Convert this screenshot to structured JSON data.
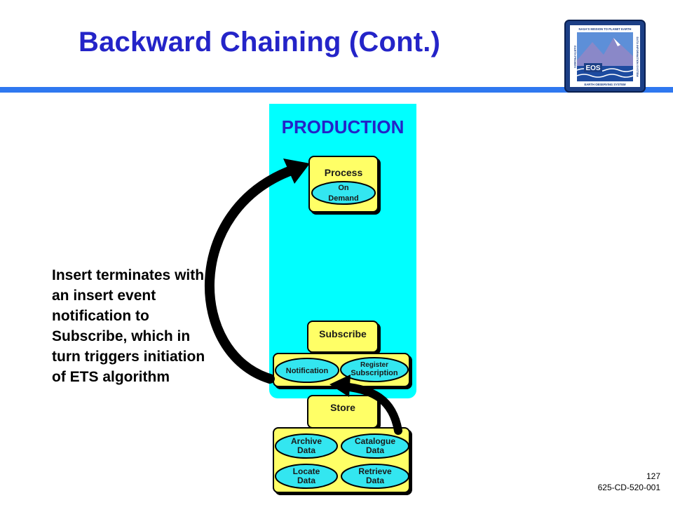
{
  "slide": {
    "title": "Backward Chaining (Cont.)",
    "page_number": "127",
    "doc_id": "625-CD-520-001"
  },
  "logo": {
    "top_text": "NASA'S MISSION TO PLANET EARTH",
    "center_text": "EOS",
    "bottom_text": "EARTH OBSERVING SYSTEM",
    "left_text": "EARTH PROBES",
    "right_text": "DATA INFORMATION SYSTEM"
  },
  "panel": {
    "title": "PRODUCTION"
  },
  "note": {
    "text": "Insert terminates with an insert event notification to Subscribe, which in turn triggers initiation of ETS algorithm"
  },
  "process": {
    "title": "Process",
    "item_line1": "On",
    "item_line2": "Demand"
  },
  "subscribe": {
    "title": "Subscribe",
    "notification": "Notification",
    "register_line1": "Register",
    "register_line2": "Subscription"
  },
  "store": {
    "title": "Store",
    "archive_line1": "Archive",
    "archive_line2": "Data",
    "catalogue_line1": "Catalogue",
    "catalogue_line2": "Data",
    "locate_line1": "Locate",
    "locate_line2": "Data",
    "retrieve_line1": "Retrieve",
    "retrieve_line2": "Data"
  },
  "colors": {
    "title": "#2424c8",
    "rule": "#2f78f0",
    "panel": "#00ffff",
    "box": "#ffff66",
    "oval": "#33e6f0"
  }
}
